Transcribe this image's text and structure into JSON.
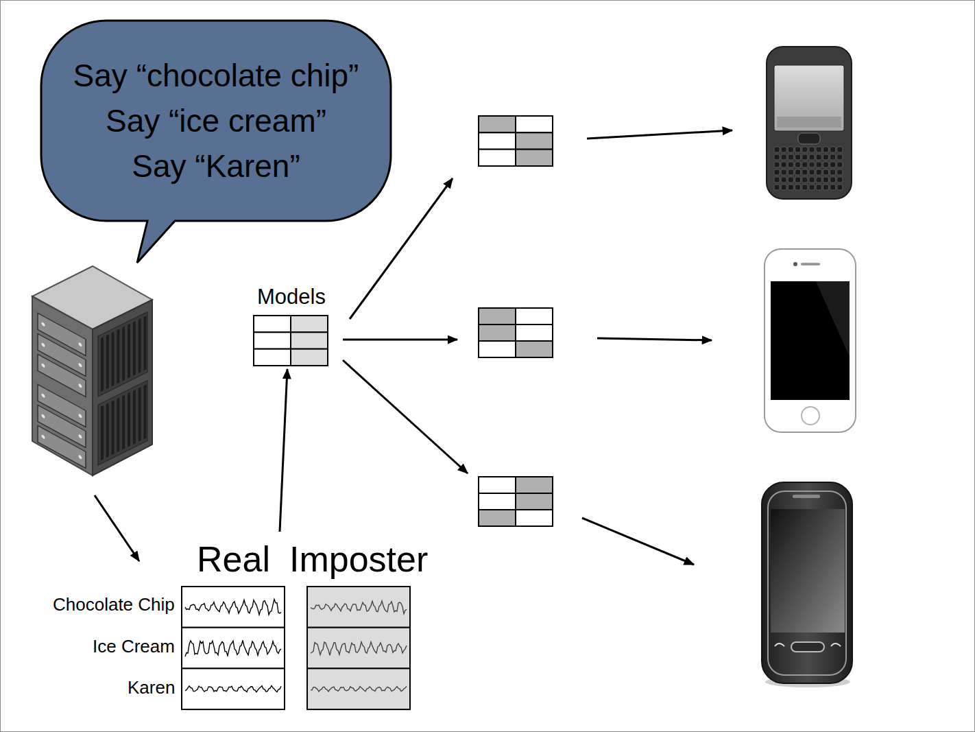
{
  "diagram": {
    "nodes": [
      {
        "text": [
          "Say “chocolate chip”",
          "Say “ice cream”",
          "Say “Karen”"
        ]
      },
      {
        "text": [
          "Models"
        ]
      },
      {
        "text": [
          "Real",
          "Imposter",
          "Chocolate Chip",
          "Ice Cream",
          "Karen"
        ]
      }
    ],
    "edges": [
      {
        "from": 2,
        "to": 1,
        "arrow": "to"
      }
    ]
  }
}
